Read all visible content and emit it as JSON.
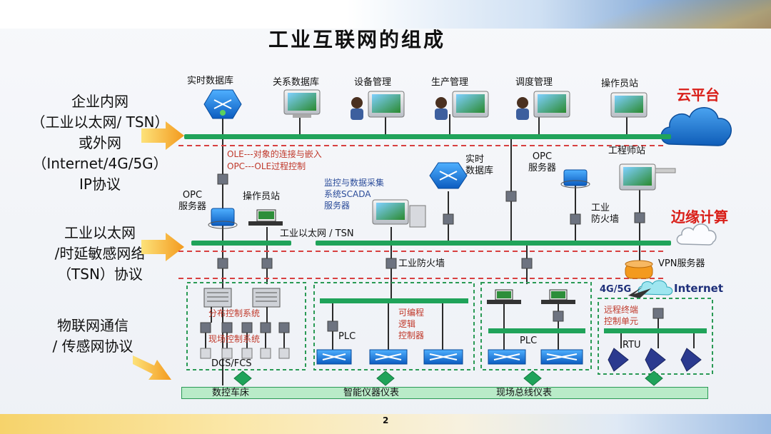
{
  "title": "工业互联网的组成",
  "page_number": "2",
  "left_labels": {
    "enterprise": [
      "企业内网",
      "（工业以太网/ TSN）",
      "或外网",
      "（Internet/4G/5G）",
      "IP协议"
    ],
    "industrial": [
      "工业以太网",
      "/时延敏感网络",
      "（TSN）协议"
    ],
    "iot": [
      "物联网通信",
      "/ 传感网协议"
    ]
  },
  "layer_labels": {
    "cloud": "云平台",
    "edge": "边缘计算"
  },
  "top_devices": {
    "realtime_db": "实时数据库",
    "relational_db": "关系数据库",
    "equipment_mgmt": "设备管理",
    "production_mgmt": "生产管理",
    "scheduling_mgmt": "调度管理",
    "operator_station": "操作员站"
  },
  "middle": {
    "ole_line1": "OLE---对象的连接与嵌入",
    "ole_line2": "OPC---OLE过程控制",
    "realtime_db": [
      "实时",
      "数据库"
    ],
    "opc_server_right": [
      "OPC",
      "服务器"
    ],
    "engineer_station": "工程师站",
    "opc_server_left": [
      "OPC",
      "服务器"
    ],
    "operator_station": "操作员站",
    "scada": [
      "监控与数据采集",
      "系统SCADA",
      "服务器"
    ],
    "industrial_firewall_right": [
      "工业",
      "防火墙"
    ],
    "ethernet_bus": "工业以太网 / TSN",
    "industrial_firewall_mid": "工业防火墙",
    "vpn_server": "VPN服务器",
    "net_4g5g": "4G/5G",
    "internet": "Internet"
  },
  "field": {
    "dcs_line1": "分布控制系统",
    "dcs_line2": "现场控制系统",
    "dcs_fcs": "DCS/FCS",
    "plc_left": "PLC",
    "plc_center": [
      "可编程",
      "逻辑",
      "控制器"
    ],
    "plc_right": "PLC",
    "rtu_desc": [
      "远程终端",
      "控制单元"
    ],
    "rtu": "RTU"
  },
  "bottom_bus": {
    "cnc": "数控车床",
    "smart_instruments": "智能仪器仪表",
    "fieldbus_instruments": "现场总线仪表"
  },
  "colors": {
    "bus_green": "#20a35a",
    "red_dash": "#d84040",
    "accent_red": "#d91e18",
    "arrow_orange": "#f39a1e",
    "cloud_blue": "#1d74d0"
  }
}
